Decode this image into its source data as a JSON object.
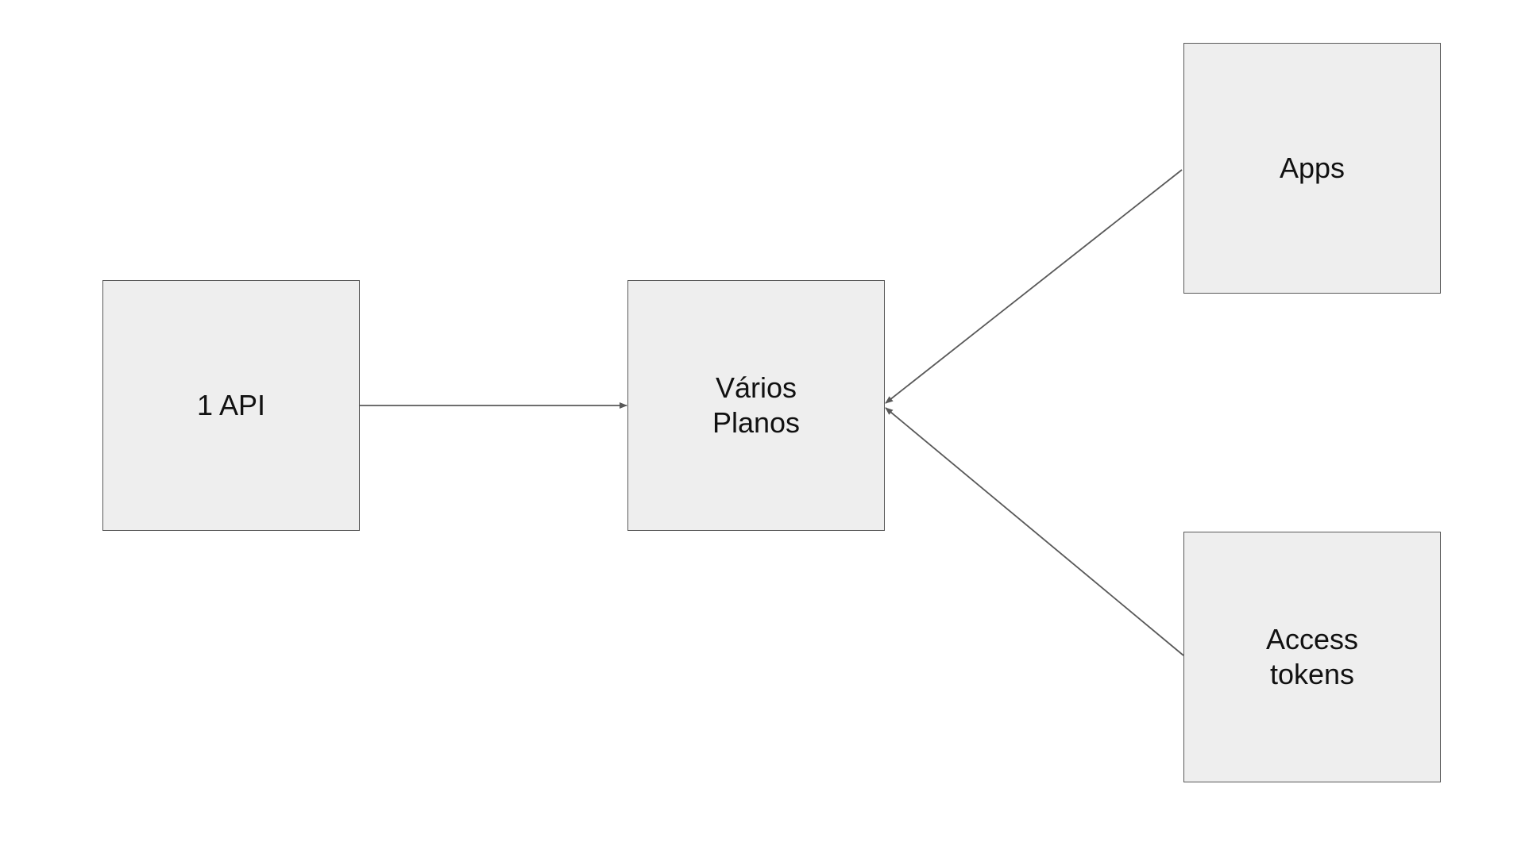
{
  "nodes": {
    "api": {
      "lines": [
        "1 API"
      ]
    },
    "planos": {
      "lines": [
        "Vários",
        "Planos"
      ]
    },
    "apps": {
      "lines": [
        "Apps"
      ]
    },
    "tokens": {
      "lines": [
        "Access",
        "tokens"
      ]
    }
  },
  "edges": [
    {
      "from": "1 API",
      "to": "Vários Planos"
    },
    {
      "from": "Apps",
      "to": "Vários Planos"
    },
    {
      "from": "Access tokens",
      "to": "Vários Planos"
    }
  ],
  "colors": {
    "node_fill": "#eeeeee",
    "node_border": "#595959",
    "edge": "#595959",
    "text": "#111111"
  }
}
